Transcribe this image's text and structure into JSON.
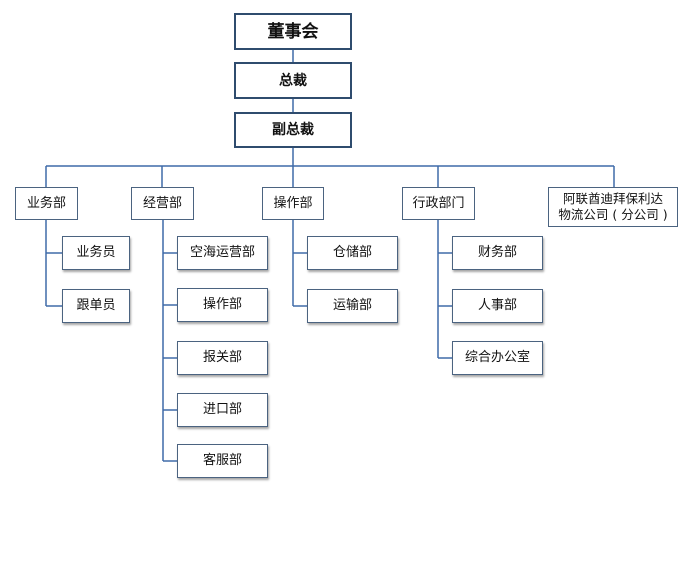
{
  "colors": {
    "line": "#3f6aa8",
    "box_border": "#4b6380",
    "top_border": "#2f4c6e"
  },
  "chart": {
    "board": "董事会",
    "president": "总裁",
    "vice_president": "副总裁",
    "departments": {
      "business": {
        "label": "业务部",
        "children": [
          "业务员",
          "跟单员"
        ]
      },
      "operations": {
        "label": "经营部",
        "children": [
          "空海运营部",
          "操作部",
          "报关部",
          "进口部",
          "客服部"
        ]
      },
      "operate": {
        "label": "操作部",
        "children": [
          "仓储部",
          "运输部"
        ]
      },
      "admin": {
        "label": "行政部门",
        "children": [
          "财务部",
          "人事部",
          "综合办公室"
        ]
      },
      "branch": {
        "label_line1": "阿联酋迪拜保利达",
        "label_line2": "物流公司 ( 分公司 )"
      }
    }
  }
}
